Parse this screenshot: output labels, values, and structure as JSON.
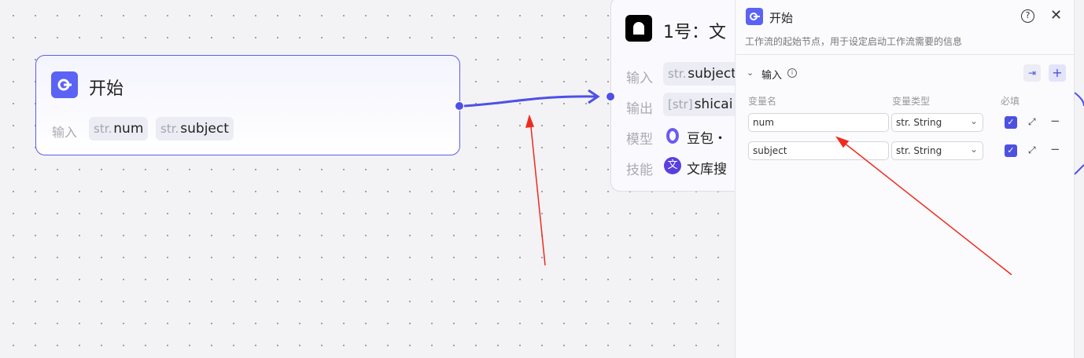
{
  "start_node": {
    "title": "开始",
    "input_label": "输入",
    "inputs": [
      {
        "type": "str.",
        "name": "num"
      },
      {
        "type": "str.",
        "name": "subject"
      }
    ]
  },
  "llm_node": {
    "title": "1号：文",
    "input_label": "输入",
    "input_type": "str.",
    "input_value": "subject",
    "output_label": "输出",
    "output_type": "[str]",
    "output_value": "shicai",
    "model_label": "模型",
    "model_value": "豆包・",
    "skill_label": "技能",
    "skill_value": "文库搜"
  },
  "panel": {
    "title": "开始",
    "description": "工作流的起始节点，用于设定启动工作流需要的信息",
    "section": "输入",
    "col_name": "变量名",
    "col_type": "变量类型",
    "col_required": "必填",
    "rows": [
      {
        "name": "num",
        "type": "str. String",
        "required": true
      },
      {
        "name": "subject",
        "type": "str. String",
        "required": true
      }
    ]
  },
  "colors": {
    "accent": "#5b5cf0",
    "annotation": "#f02a1e"
  }
}
